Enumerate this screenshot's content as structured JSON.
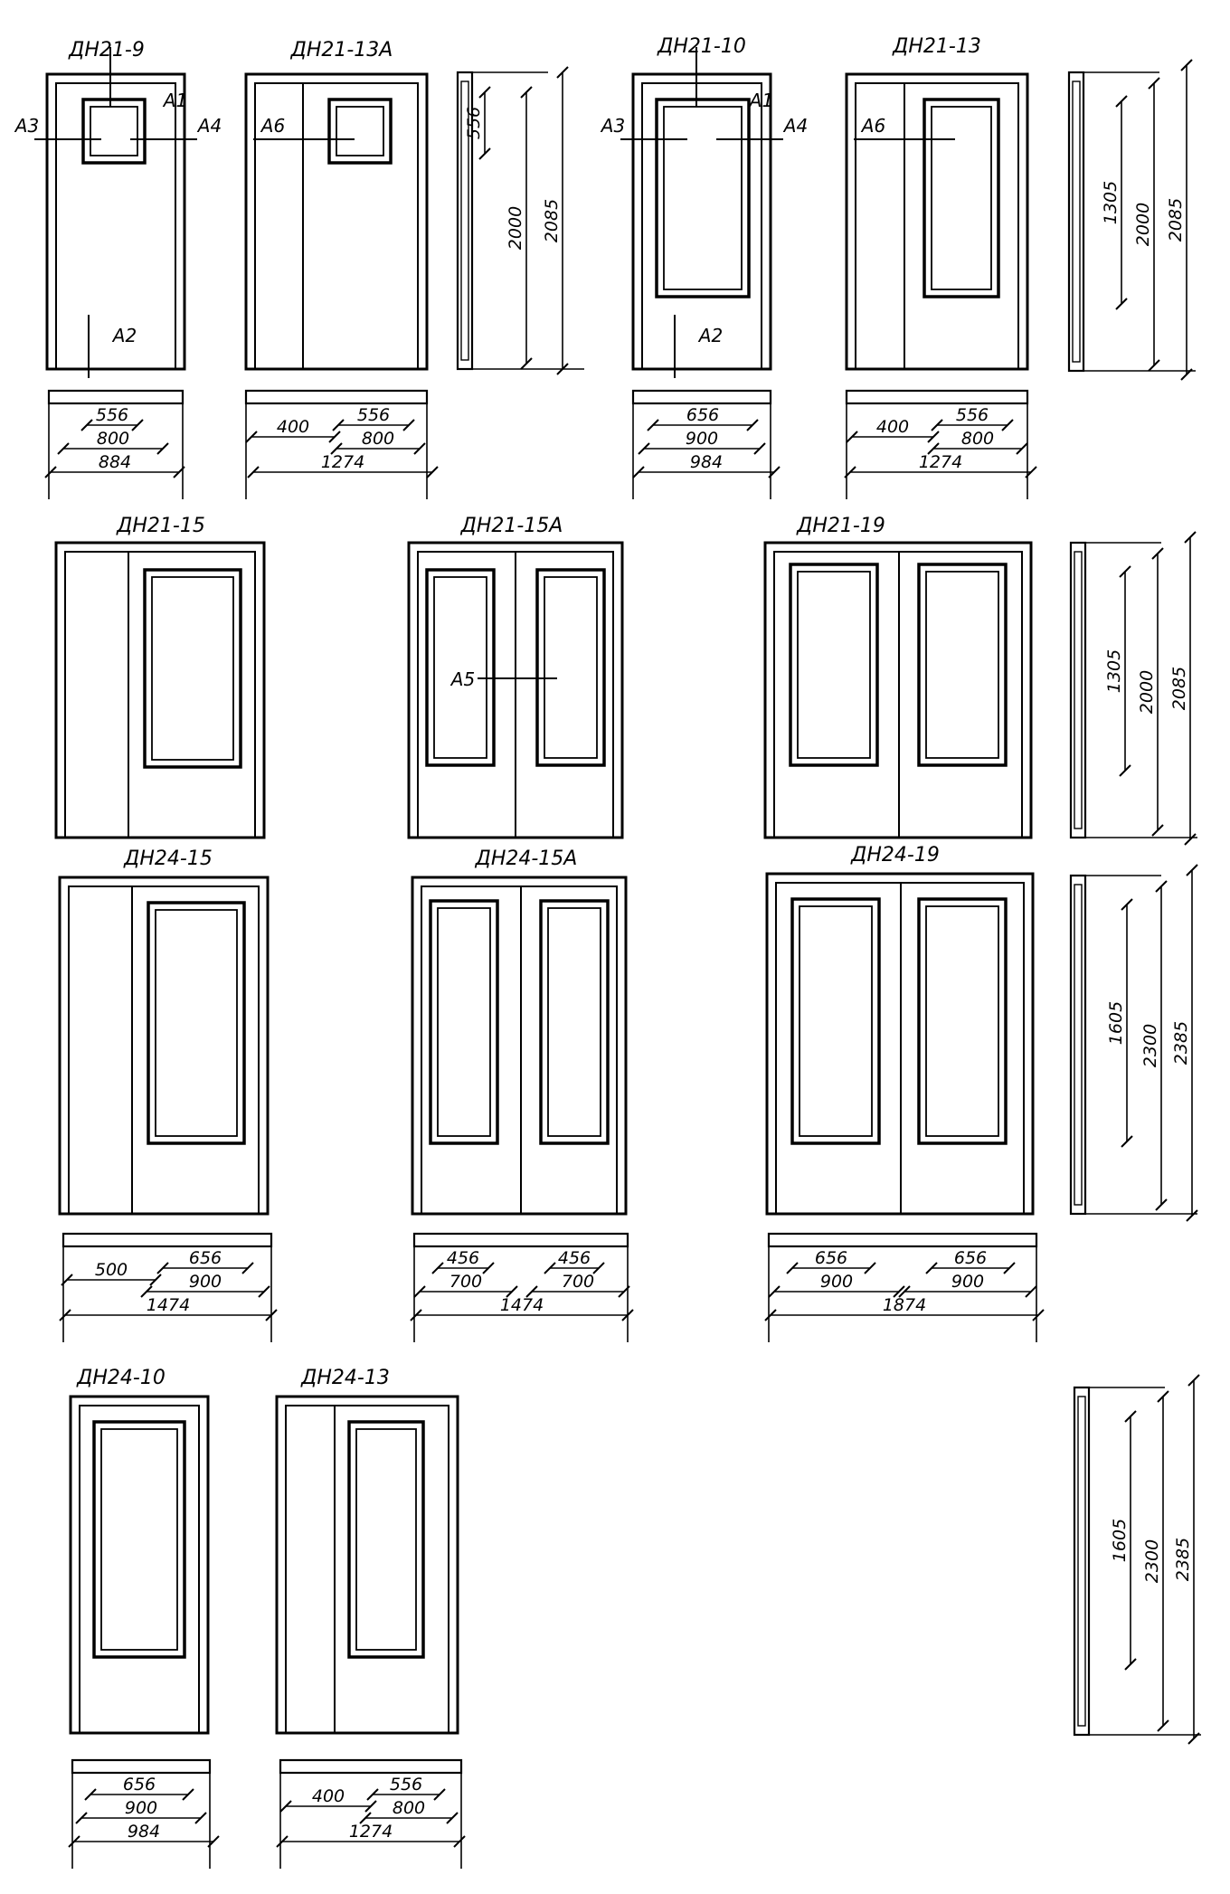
{
  "doors": [
    {
      "id": "dn21-9",
      "code": "ДН21-9",
      "widths": {
        "clear": "556",
        "leaf": "800",
        "overall": "884"
      },
      "callouts": {
        "top": "А1",
        "left": "А3",
        "right": "А4",
        "bottom": "А2"
      }
    },
    {
      "id": "dn21-13a",
      "code": "ДН21-13А",
      "widths": {
        "fixed": "400",
        "clear": "556",
        "leaf": "800",
        "overall": "1274"
      },
      "callouts": {
        "left": "А6"
      }
    },
    {
      "id": "dn21-10",
      "code": "ДН21-10",
      "widths": {
        "clear": "656",
        "leaf": "900",
        "overall": "984"
      },
      "callouts": {
        "top": "А1",
        "left": "А3",
        "right": "А4",
        "bottom": "А2"
      }
    },
    {
      "id": "dn21-13",
      "code": "ДН21-13",
      "widths": {
        "fixed": "400",
        "clear": "556",
        "leaf": "800",
        "overall": "1274"
      },
      "callouts": {
        "left": "А6"
      }
    },
    {
      "id": "dn21-15",
      "code": "ДН21-15"
    },
    {
      "id": "dn21-15a",
      "code": "ДН21-15А",
      "callouts": {
        "center": "А5"
      }
    },
    {
      "id": "dn21-19",
      "code": "ДН21-19"
    },
    {
      "id": "dn24-15",
      "code": "ДН24-15",
      "widths": {
        "fixed": "500",
        "clear": "656",
        "leaf": "900",
        "overall": "1474"
      }
    },
    {
      "id": "dn24-15a",
      "code": "ДН24-15А",
      "widths": {
        "clear_left": "456",
        "clear_right": "456",
        "leaf_left": "700",
        "leaf_right": "700",
        "overall": "1474"
      }
    },
    {
      "id": "dn24-19",
      "code": "ДН24-19",
      "widths": {
        "clear_left": "656",
        "clear_right": "656",
        "leaf_left": "900",
        "leaf_right": "900",
        "overall": "1874"
      }
    },
    {
      "id": "dn24-10",
      "code": "ДН24-10",
      "widths": {
        "clear": "656",
        "leaf": "900",
        "overall": "984"
      }
    },
    {
      "id": "dn24-13",
      "code": "ДН24-13",
      "widths": {
        "fixed": "400",
        "clear": "556",
        "leaf": "800",
        "overall": "1274"
      }
    }
  ],
  "sections": [
    {
      "id": "s1",
      "dims": [
        "556",
        "2000",
        "2085"
      ]
    },
    {
      "id": "s2",
      "dims": [
        "1305",
        "2000",
        "2085"
      ]
    },
    {
      "id": "s3",
      "dims": [
        "1305",
        "2000",
        "2085"
      ]
    },
    {
      "id": "s4",
      "dims": [
        "1605",
        "2300",
        "2385"
      ]
    },
    {
      "id": "s5",
      "dims": [
        "1605",
        "2300",
        "2385"
      ]
    }
  ]
}
